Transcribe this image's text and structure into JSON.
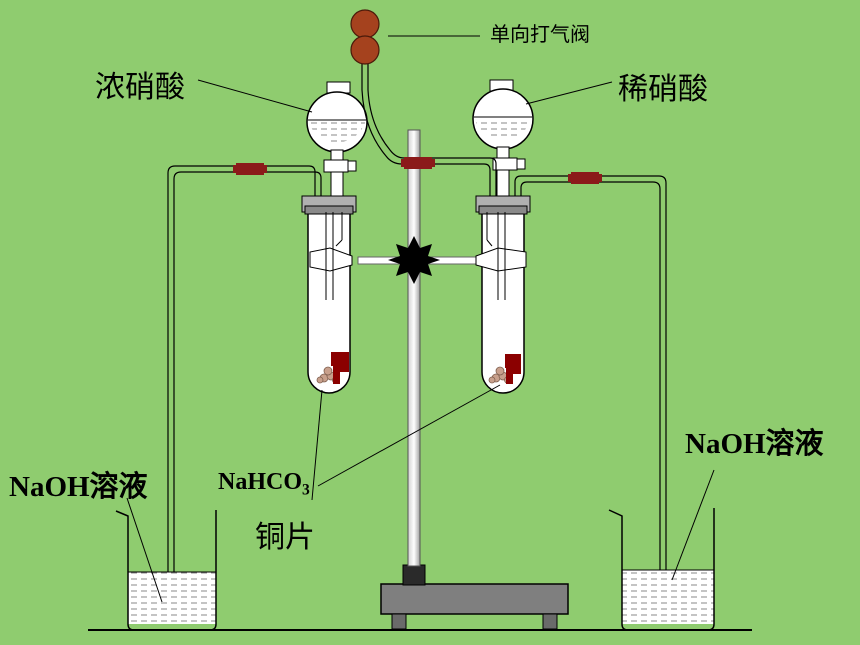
{
  "labels": {
    "valve": "单向打气阀",
    "conc_acid": "浓硝酸",
    "dilute_acid": "稀硝酸",
    "naoh_left": "NaOH溶液",
    "naoh_right": "NaOH溶液",
    "nahco3_main": "NaHCO",
    "nahco3_sub": "3",
    "copper": "铜片"
  },
  "colors": {
    "background": "#8fcc6f",
    "stopper_red": "#8b1a1a",
    "bulb_red": "#a5421e",
    "copper": "#8b0000"
  }
}
